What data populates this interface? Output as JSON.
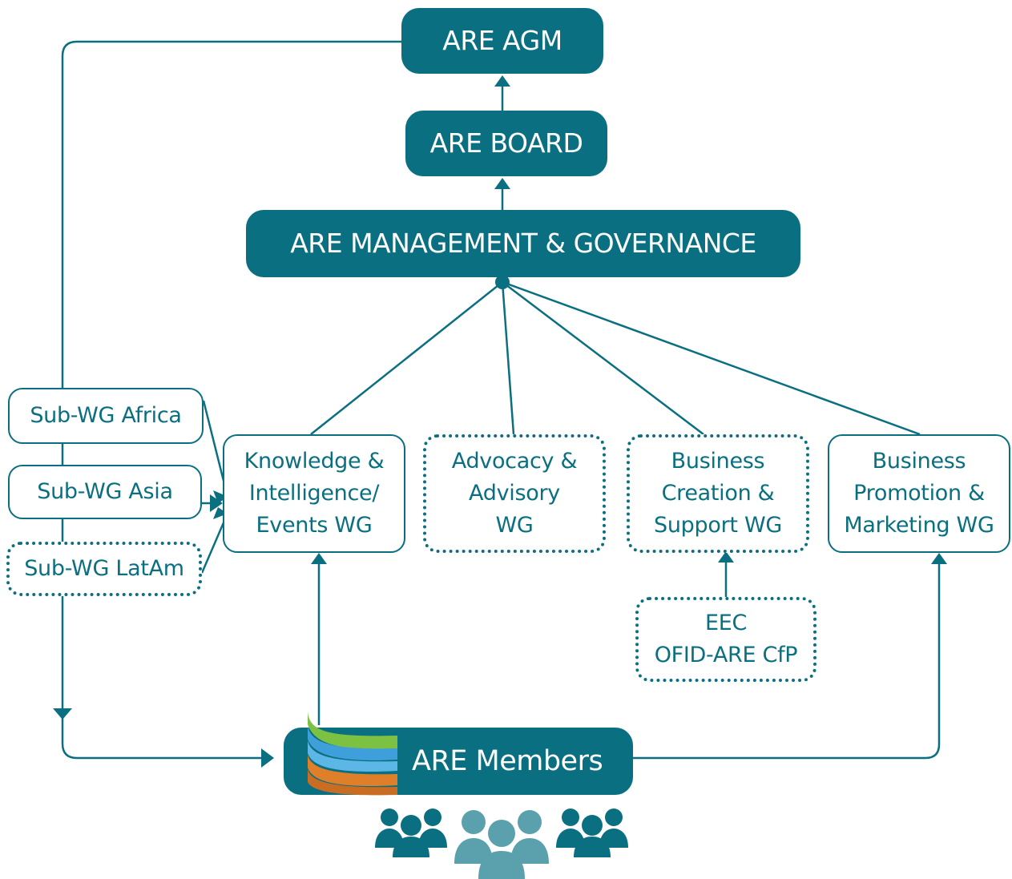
{
  "colors": {
    "primary": "#0a6f80",
    "people": "#5aa1ad",
    "logo_green": "#7cc142",
    "logo_blue": "#3f9fdb",
    "logo_orange": "#e07f2a"
  },
  "top": {
    "agm": "ARE AGM",
    "board": "ARE BOARD",
    "management": "ARE MANAGEMENT & GOVERNANCE"
  },
  "working_groups": [
    {
      "lines": [
        "Knowledge &",
        "Intelligence/",
        "Events WG"
      ],
      "style": "solid"
    },
    {
      "lines": [
        "Advocacy &",
        "Advisory",
        "WG"
      ],
      "style": "dotted"
    },
    {
      "lines": [
        "Business",
        "Creation &",
        "Support WG"
      ],
      "style": "dotted"
    },
    {
      "lines": [
        "Business",
        "Promotion &",
        "Marketing WG"
      ],
      "style": "solid"
    }
  ],
  "sub_wgs": [
    {
      "label": "Sub-WG Africa",
      "style": "solid"
    },
    {
      "label": "Sub-WG Asia",
      "style": "solid"
    },
    {
      "label": "Sub-WG LatAm",
      "style": "dotted"
    }
  ],
  "programs": {
    "lines": [
      "EEC",
      "OFID-ARE CfP"
    ]
  },
  "members": {
    "label": "ARE Members",
    "logo_icon": "are-logo-icon",
    "people_icons": [
      "people-group-icon",
      "people-group-icon",
      "people-group-icon"
    ]
  }
}
